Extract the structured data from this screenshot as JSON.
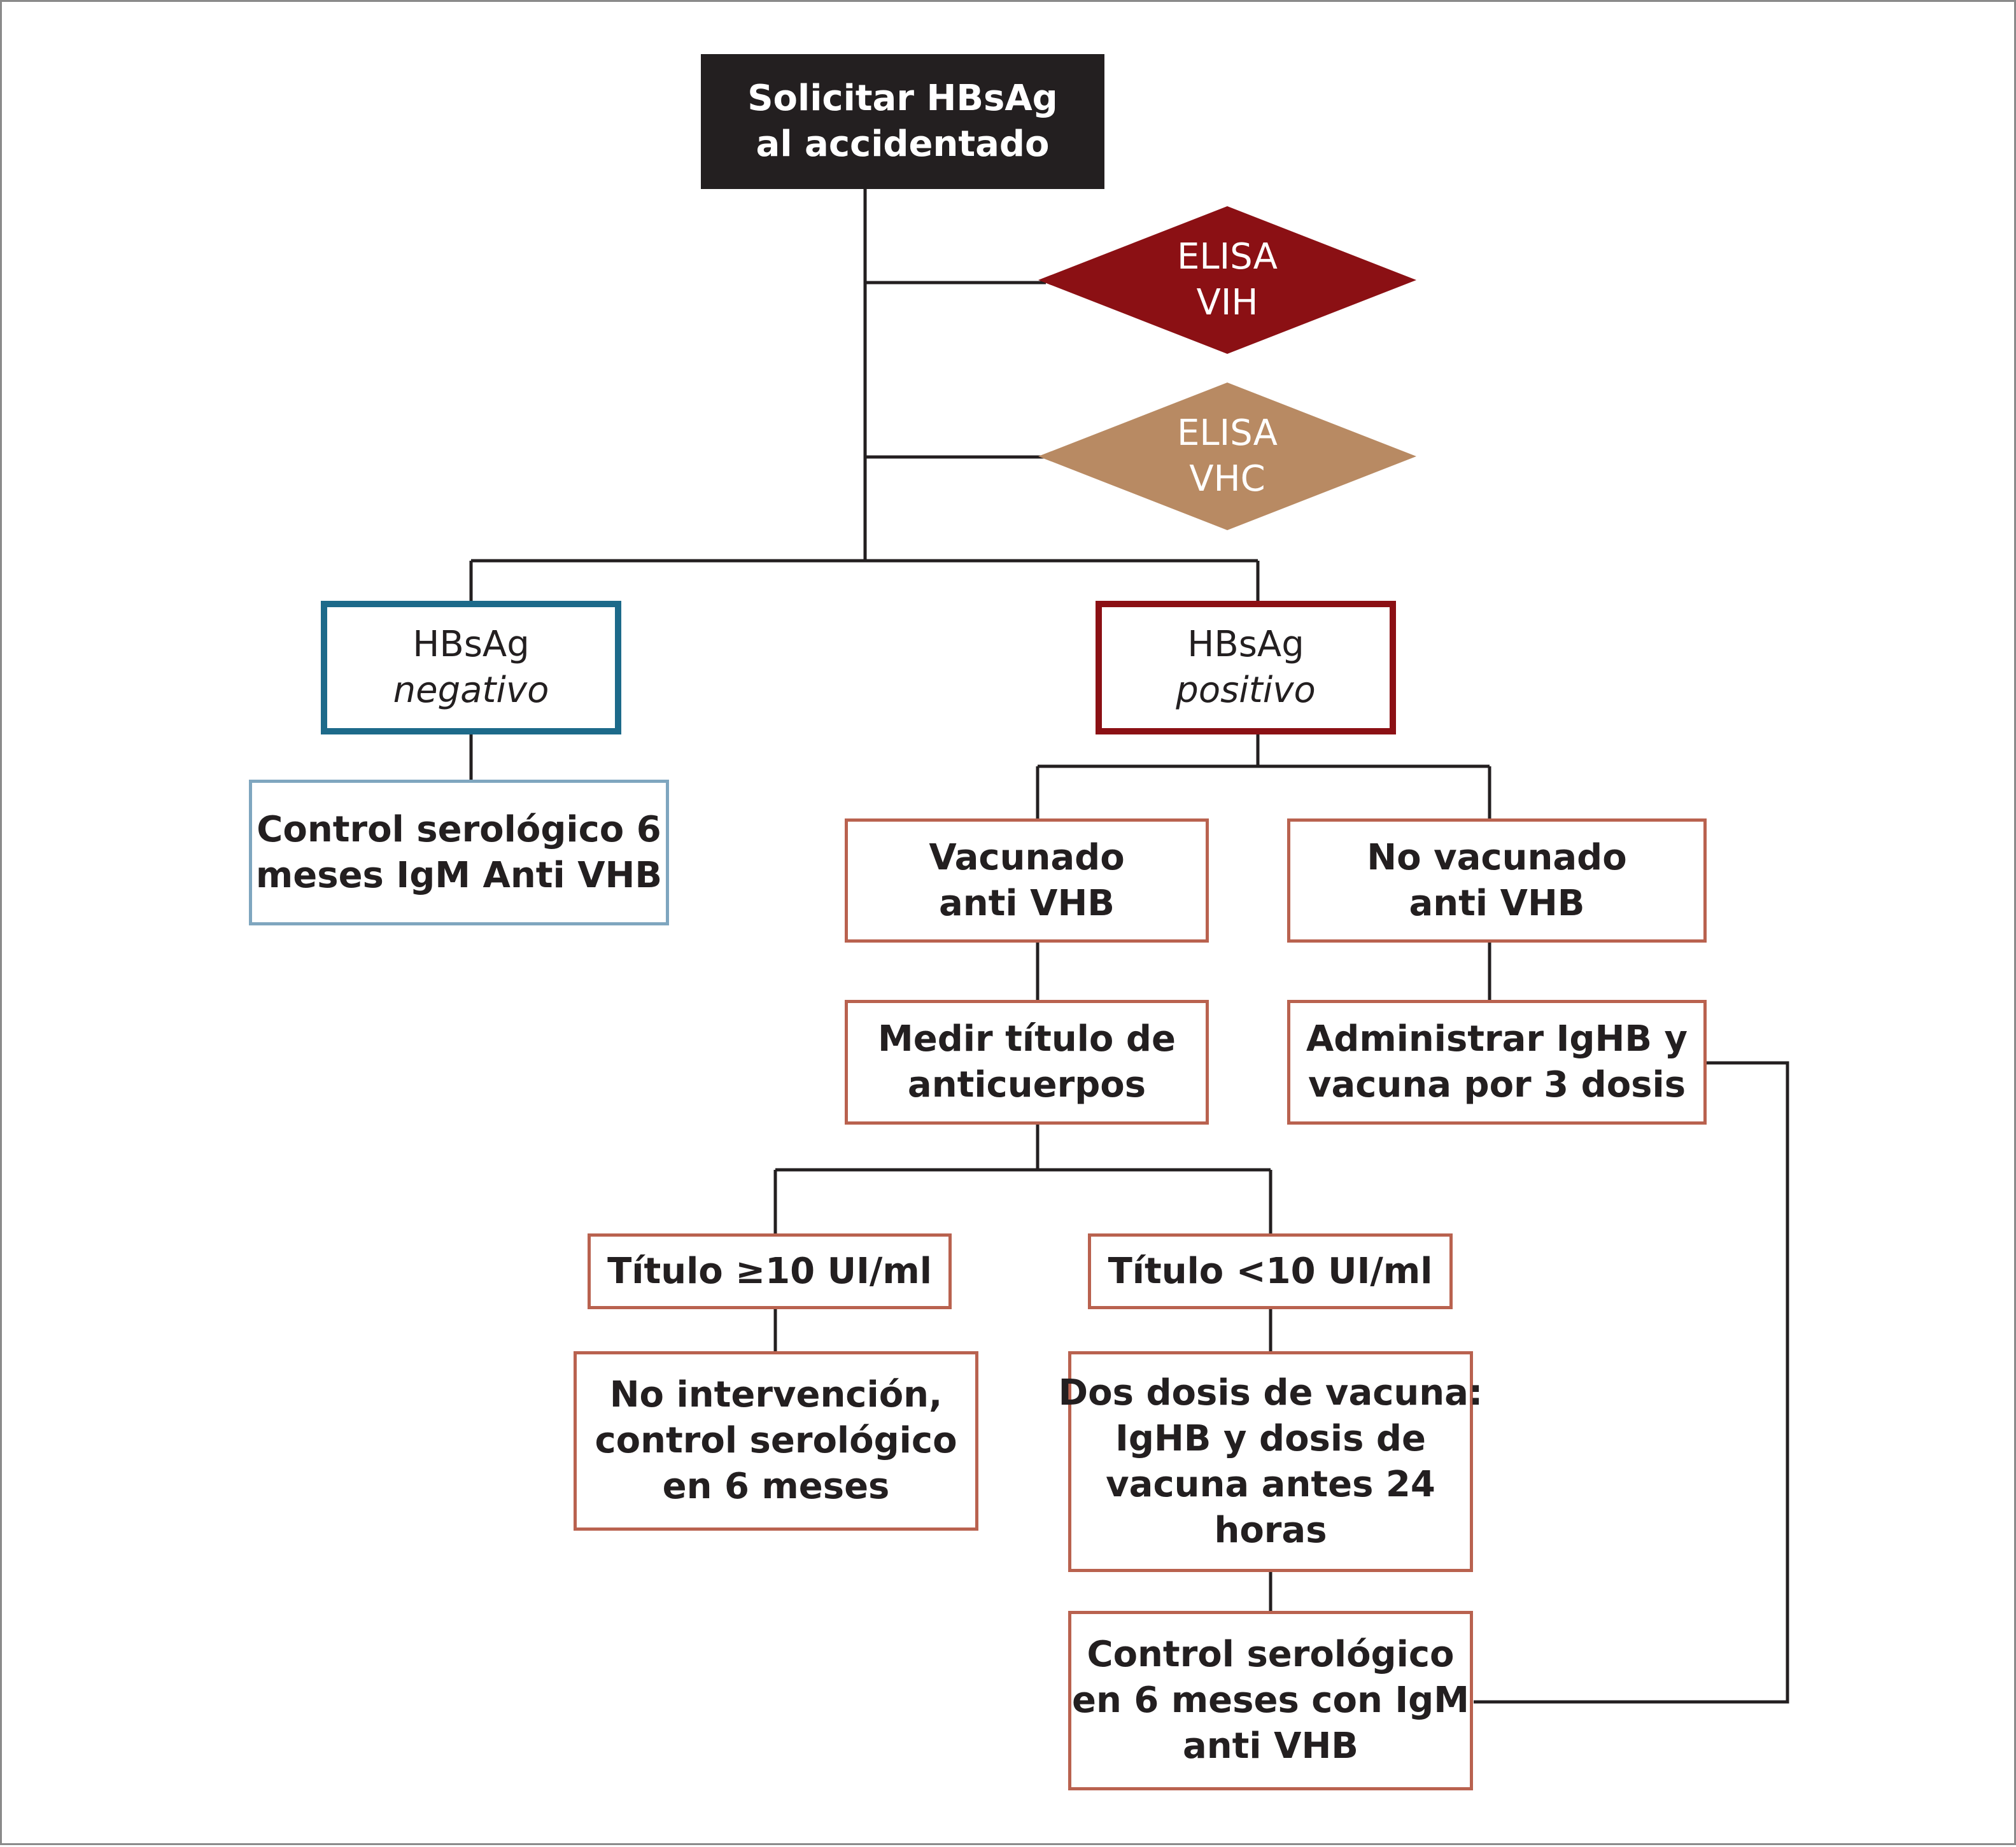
{
  "colors": {
    "line": "#231f20",
    "start_fill": "#231f20",
    "negative_border": "#1d6a8a",
    "positive_border": "#8b1014",
    "light_blue_border": "#7fa6bf",
    "salmon_border": "#b9624f",
    "elisa_vih_fill": "#8b1014",
    "elisa_vhc_fill": "#b88a63"
  },
  "nodes": {
    "start": {
      "line1": "Solicitar HBsAg",
      "line2": "al accidentado"
    },
    "elisa_vih": {
      "line1": "ELISA",
      "line2": "VIH"
    },
    "elisa_vhc": {
      "line1": "ELISA",
      "line2": "VHC"
    },
    "hbsag_negativo": {
      "line1": "HBsAg",
      "line2": "negativo"
    },
    "hbsag_positivo": {
      "line1": "HBsAg",
      "line2": "positivo"
    },
    "control_negativo": {
      "line1": "Control serológico 6",
      "line2": "meses IgM Anti VHB"
    },
    "vacunado": {
      "line1": "Vacunado",
      "line2": "anti VHB"
    },
    "no_vacunado": {
      "line1": "No vacunado",
      "line2": "anti VHB"
    },
    "medir_titulo": {
      "line1": "Medir título de",
      "line2": "anticuerpos"
    },
    "administrar": {
      "line1": "Administrar IgHB y",
      "line2": "vacuna por 3 dosis"
    },
    "titulo_alto": {
      "line1": "Título ≥10 UI/ml"
    },
    "titulo_bajo": {
      "line1": "Título <10 UI/ml"
    },
    "no_intervencion": {
      "line1": "No intervención,",
      "line2": "control serológico",
      "line3": "en 6 meses"
    },
    "dos_dosis": {
      "line1": "Dos dosis de vacuna:",
      "line2": "IgHB y dosis de",
      "line3": "vacuna antes  24",
      "line4": "horas"
    },
    "control_final": {
      "line1": "Control serológico",
      "line2": "en 6 meses con IgM",
      "line3": "anti VHB"
    }
  }
}
